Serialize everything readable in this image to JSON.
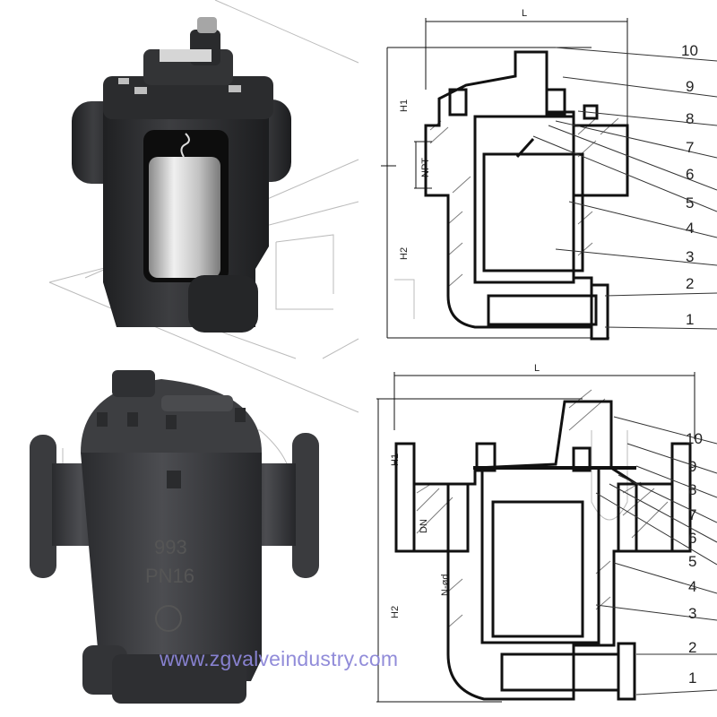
{
  "watermark": {
    "text": "www.zgvalveindustry.com",
    "color": "#8c86d8",
    "bg_letters": "INDUSTRY"
  },
  "top_photo": {
    "label": "threaded-inverted-bucket-steam-trap-photo"
  },
  "bottom_photo": {
    "label": "flanged-inverted-bucket-steam-trap-photo",
    "cast_marks": [
      "993",
      "PN16"
    ]
  },
  "top_drawing": {
    "dimensions": {
      "length": "L",
      "upper_height": "H1",
      "lower_height": "H2",
      "connection": "NPT"
    },
    "part_numbers": [
      "10",
      "9",
      "8",
      "7",
      "6",
      "5",
      "4",
      "3",
      "2",
      "1"
    ]
  },
  "bottom_drawing": {
    "dimensions": {
      "length": "L",
      "upper_height": "H1",
      "lower_height": "H2",
      "connection": "DN",
      "bolt_holes": "N-ød"
    },
    "part_numbers": [
      "10",
      "9",
      "8",
      "7",
      "6",
      "5",
      "4",
      "3",
      "2",
      "1"
    ]
  },
  "colors": {
    "metal_dark": "#2e2f31",
    "metal_mid": "#47484b",
    "bucket_silver": "#c9c9c9",
    "line": "#111111"
  }
}
